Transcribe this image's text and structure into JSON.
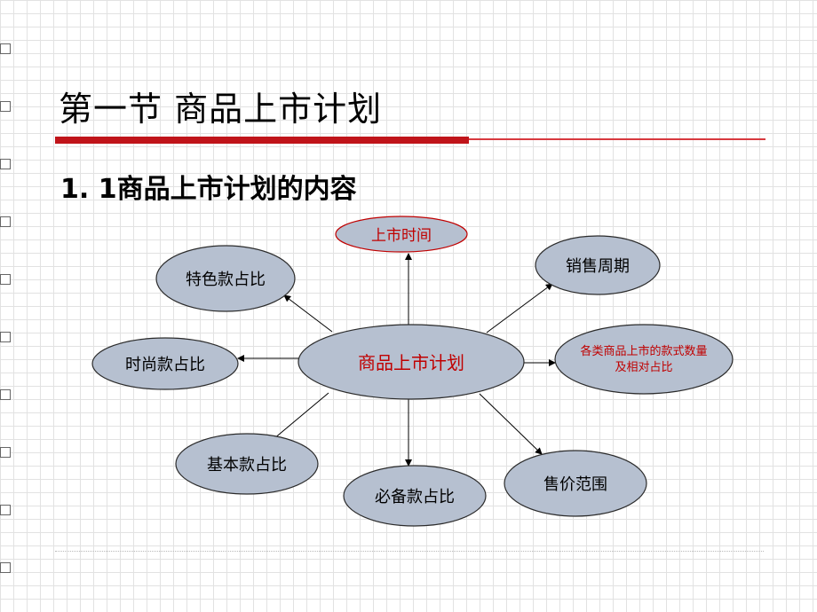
{
  "title": "第一节  商品上市计划",
  "subtitle": "1. 1商品上市计划的内容",
  "diagram": {
    "center": {
      "label": "商品上市计划",
      "color": "#c00000"
    },
    "nodes": [
      {
        "id": "launch-time",
        "label": "上市时间",
        "color": "#c00000"
      },
      {
        "id": "sales-cycle",
        "label": "销售周期",
        "color": "#000000"
      },
      {
        "id": "style-count-ratio",
        "label_lines": [
          "各类商品上市的款式数量",
          "及相对占比"
        ],
        "color": "#c00000"
      },
      {
        "id": "price-range",
        "label": "售价范围",
        "color": "#000000"
      },
      {
        "id": "essential-ratio",
        "label": "必备款占比",
        "color": "#000000"
      },
      {
        "id": "basic-ratio",
        "label": "基本款占比",
        "color": "#000000"
      },
      {
        "id": "fashion-ratio",
        "label": "时尚款占比",
        "color": "#000000"
      },
      {
        "id": "feature-ratio",
        "label": "特色款占比",
        "color": "#000000"
      }
    ],
    "colors": {
      "ellipse_fill": "#b6c0d0",
      "ellipse_stroke": "#2b2b2b",
      "arrow": "#000000",
      "accent_red": "#c00000"
    }
  }
}
